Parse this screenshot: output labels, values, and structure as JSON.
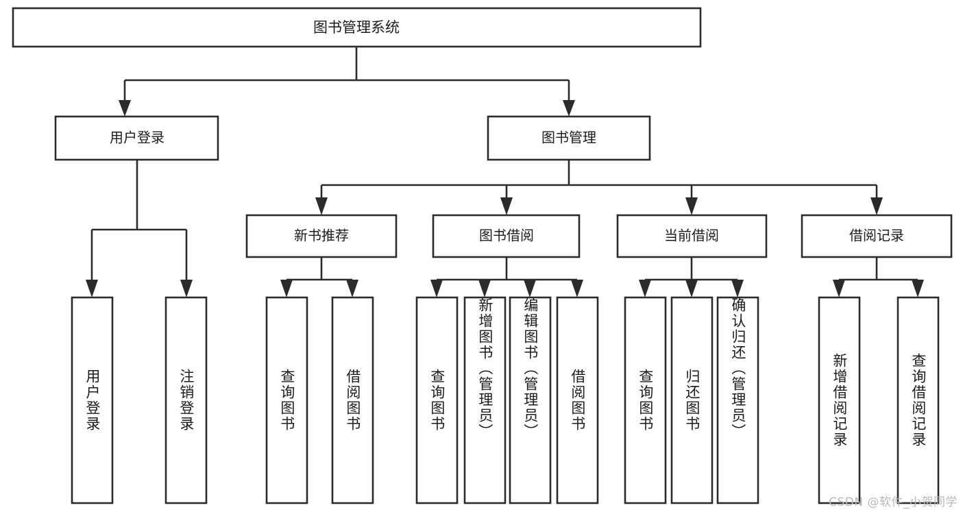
{
  "diagram": {
    "type": "tree-hierarchy-flowchart",
    "title": "图书管理系统",
    "watermark": "CSDN @软件_小贺同学",
    "colors": {
      "stroke": "#2b2b2b",
      "fill": "#ffffff",
      "text": "#1b1b1b",
      "watermark": "#b9b9b9",
      "background": "#ffffff"
    },
    "levels": {
      "root": {
        "label": "图书管理系统"
      },
      "level2": [
        {
          "id": "user-login",
          "label": "用户登录"
        },
        {
          "id": "book-manage",
          "label": "图书管理"
        }
      ],
      "level3": [
        {
          "id": "new-book-recommend",
          "label": "新书推荐",
          "parent": "book-manage"
        },
        {
          "id": "book-borrow",
          "label": "图书借阅",
          "parent": "book-manage"
        },
        {
          "id": "current-borrow",
          "label": "当前借阅",
          "parent": "book-manage"
        },
        {
          "id": "borrow-record",
          "label": "借阅记录",
          "parent": "book-manage"
        }
      ],
      "leaves": [
        {
          "id": "leaf-user-login",
          "label": "用户登录",
          "parent": "user-login"
        },
        {
          "id": "leaf-logout-login",
          "label": "注销登录",
          "parent": "user-login"
        },
        {
          "id": "leaf-query-book-1",
          "label": "查询图书",
          "parent": "new-book-recommend"
        },
        {
          "id": "leaf-borrow-book-1",
          "label": "借阅图书",
          "parent": "new-book-recommend"
        },
        {
          "id": "leaf-query-book-2",
          "label": "查询图书",
          "parent": "book-borrow"
        },
        {
          "id": "leaf-add-book",
          "label": "新增图书（管理员）",
          "parent": "book-borrow"
        },
        {
          "id": "leaf-edit-book",
          "label": "编辑图书（管理员）",
          "parent": "book-borrow"
        },
        {
          "id": "leaf-borrow-book-2",
          "label": "借阅图书",
          "parent": "book-borrow"
        },
        {
          "id": "leaf-query-book-3",
          "label": "查询图书",
          "parent": "current-borrow"
        },
        {
          "id": "leaf-return-book",
          "label": "归还图书",
          "parent": "current-borrow"
        },
        {
          "id": "leaf-confirm-return",
          "label": "确认归还（管理员）",
          "parent": "current-borrow"
        },
        {
          "id": "leaf-add-record",
          "label": "新增借阅记录",
          "parent": "borrow-record"
        },
        {
          "id": "leaf-query-record",
          "label": "查询借阅记录",
          "parent": "borrow-record"
        }
      ]
    }
  }
}
